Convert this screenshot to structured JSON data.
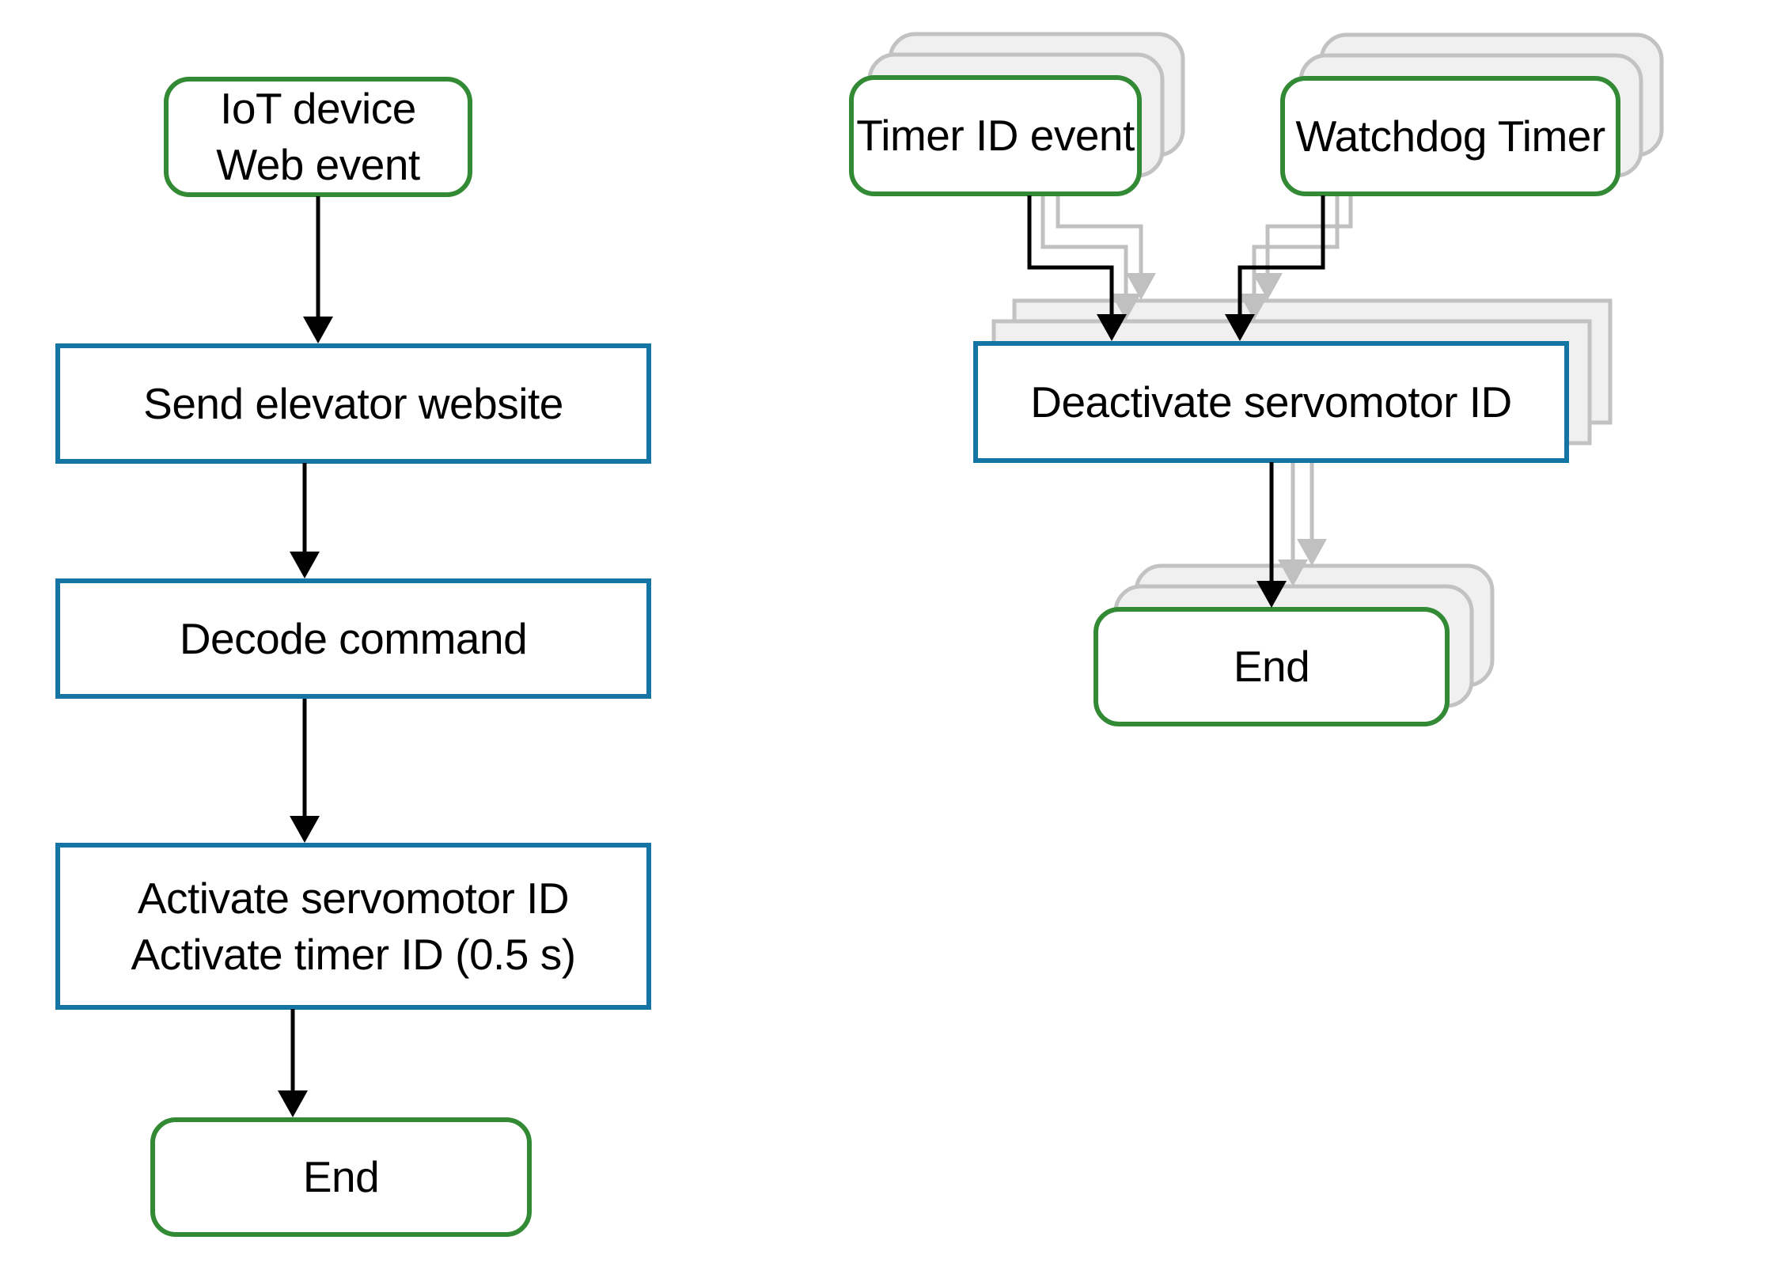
{
  "colors": {
    "background": "#ffffff",
    "terminator_green": "#338a34",
    "process_blue": "#1474a4",
    "ghost_fill": "#f0f0f0",
    "ghost_stroke": "#c2c2c2",
    "connector_black": "#000000",
    "connector_gray": "#c0c0c0",
    "text": "#000000"
  },
  "nodes": {
    "iot": {
      "shape": "terminator",
      "lines": [
        "IoT device",
        "Web event"
      ]
    },
    "send": {
      "shape": "process",
      "lines": [
        "Send elevator website"
      ]
    },
    "decode": {
      "shape": "process",
      "lines": [
        "Decode command"
      ]
    },
    "activate": {
      "shape": "process",
      "lines": [
        "Activate servomotor ID",
        "Activate timer ID (0.5 s)"
      ]
    },
    "end_left": {
      "shape": "terminator",
      "lines": [
        "End"
      ]
    },
    "timer": {
      "shape": "terminator",
      "lines": [
        "Timer ID event"
      ],
      "stack_copies": 2
    },
    "watchdog": {
      "shape": "terminator",
      "lines": [
        "Watchdog Timer"
      ],
      "stack_copies": 2
    },
    "deactivate": {
      "shape": "process",
      "lines": [
        "Deactivate servomotor ID"
      ],
      "stack_copies": 2
    },
    "end_right": {
      "shape": "terminator",
      "lines": [
        "End"
      ],
      "stack_copies": 2
    }
  },
  "edges": {
    "black": [
      {
        "from": "iot",
        "to": "send"
      },
      {
        "from": "send",
        "to": "decode"
      },
      {
        "from": "decode",
        "to": "activate"
      },
      {
        "from": "activate",
        "to": "end_left"
      },
      {
        "from": "timer",
        "to": "deactivate"
      },
      {
        "from": "watchdog",
        "to": "deactivate"
      },
      {
        "from": "deactivate",
        "to": "end_right"
      }
    ],
    "gray_ghost_edges_per_stack": 2
  }
}
